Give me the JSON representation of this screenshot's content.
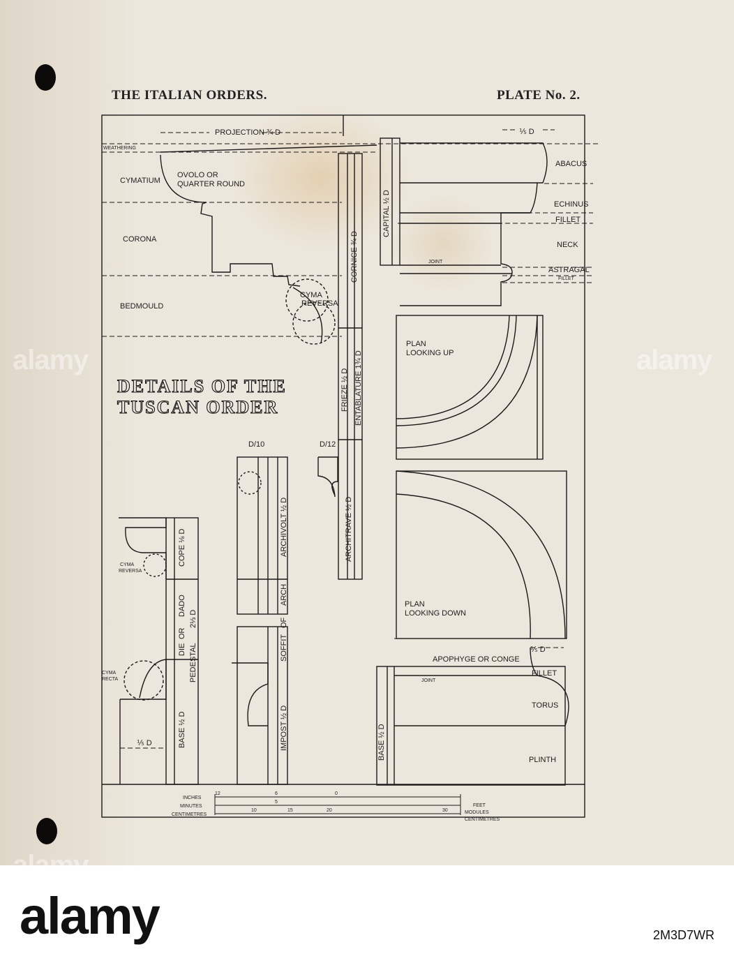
{
  "header": {
    "left": "THE ITALIAN ORDERS.",
    "right": "PLATE No. 2."
  },
  "title": {
    "line1": "DETAILS OF THE",
    "line2": "TUSCAN ORDER"
  },
  "cornice": {
    "projection": "PROJECTION ¾ D",
    "weathering": "WEATHERING",
    "cymatium": "CYMATIUM",
    "ovolo1": "OVOLO OR",
    "ovolo2": "QUARTER ROUND",
    "corona": "CORONA",
    "bedmould": "BEDMOULD",
    "cyma1": "CYMA",
    "cyma2": "REVERSA"
  },
  "entablature": {
    "cornice": "CORNICE ¾ D",
    "frieze": "FRIEZE ½ D",
    "entablature": "ENTABLATURE 1¾ D",
    "architrave": "ARCHITRAVE ½ D",
    "d12": "D/12"
  },
  "capital": {
    "capital": "CAPITAL ½ D",
    "fifth_d": "⅕ D",
    "abacus": "ABACUS",
    "echinus": "ECHINUS",
    "fillet": "FILLET",
    "neck": "NECK",
    "astragal": "ASTRAGAL",
    "fillet_small": "FILLET",
    "joint": "JOINT"
  },
  "plans": {
    "up1": "PLAN",
    "up2": "LOOKING UP",
    "down1": "PLAN",
    "down2": "LOOKING DOWN"
  },
  "base": {
    "fifth_d": "⅕ D",
    "apophyge": "APOPHYGE   OR   CONGE",
    "fillet": "FILLET",
    "joint": "JOINT",
    "torus": "TORUS",
    "plinth": "PLINTH",
    "base": "BASE ½ D"
  },
  "pedestal": {
    "cyma_rev1": "CYMA",
    "cyma_rev2": "REVERSA",
    "cope": "COPE ⅛ D",
    "dado": "DADO",
    "or_label": "OR",
    "die": "DIE",
    "twothird": "2⅓ D",
    "pedestal": "PEDESTAL",
    "cyma_recta1": "CYMA",
    "cyma_recta2": "RECTA",
    "base": "BASE ½ D",
    "fifth_d": "⅕ D"
  },
  "arch": {
    "d10": "D/10",
    "archivolt": "ARCHIVOLT ½ D",
    "arch": "ARCH",
    "of": "OF",
    "soffit": "SOFFIT",
    "impost": "IMPOST ½ D"
  },
  "scale": {
    "inches": "INCHES",
    "minutes": "MINUTES",
    "centimetres": "CENTIMETRES",
    "feet": "FEET",
    "modules": "MODULES",
    "centimetres_r": "CENTIMETRES",
    "t12": "12",
    "t6": "6",
    "t0": "0",
    "t5": "5",
    "c10": "10",
    "c15": "15",
    "c20": "20",
    "c30": "30"
  },
  "stock": {
    "watermark": "alamy",
    "brand": "alamy",
    "image_id": "2M3D7WR"
  }
}
